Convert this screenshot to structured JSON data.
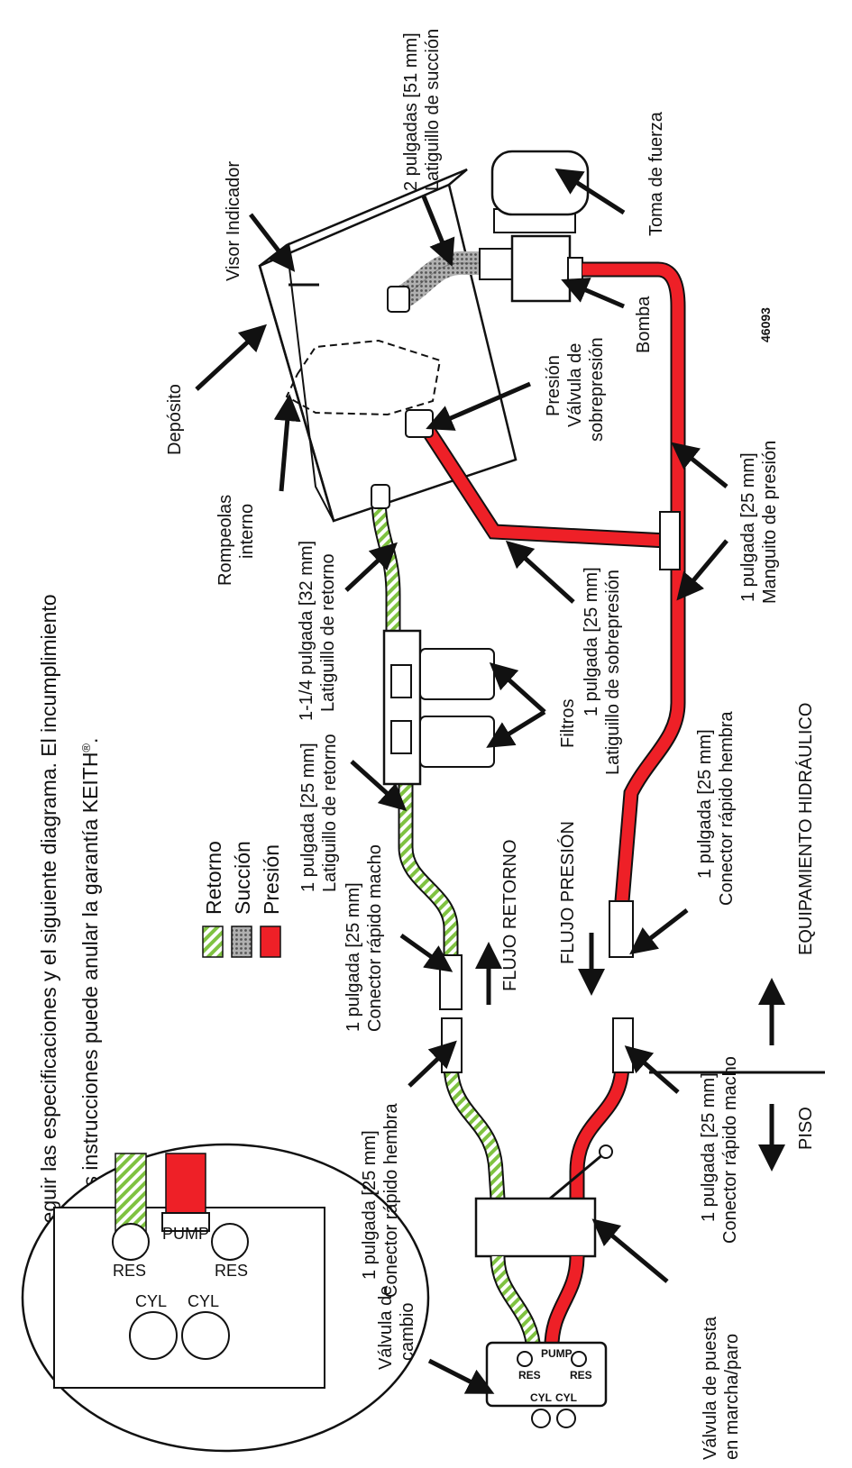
{
  "intro": {
    "line1": "se deben seguir las especificaciones y el siguiente diagrama. El incumplimiento",
    "line2": "de estas instrucciones puede anular la garantía KEITH",
    "registered": "®",
    "period": "."
  },
  "legend": {
    "items": [
      {
        "label": "Retorno",
        "color": "#7fc241"
      },
      {
        "label": "Succión",
        "color": "#8a8a8a"
      },
      {
        "label": "Presión",
        "color": "#ee2027"
      }
    ]
  },
  "labels": {
    "deposito": "Depósito",
    "visor": "Visor Indicador",
    "succion_1": "2 pulgadas [51 mm]",
    "succion_2": "Latiguillo de succión",
    "toma": "Toma de fuerza",
    "bomba": "Bomba",
    "presion_valve_1": "Presión",
    "presion_valve_2": "Válvula de",
    "presion_valve_3": "sobrepresión",
    "rompeolas_1": "Rompeolas",
    "rompeolas_2": "interno",
    "retorno32_1": "1-1/4 pulgada [32 mm]",
    "retorno32_2": "Latiguillo de retorno",
    "retorno25_1": "1 pulgada [25 mm]",
    "retorno25_2": "Latiguillo de retorno",
    "filtros": "Filtros",
    "sobrepresion_1": "1 pulgada [25 mm]",
    "sobrepresion_2": "Latiguillo de sobrepresión",
    "manguito_1": "1 pulgada [25 mm]",
    "manguito_2": "Manguito de presión",
    "macho_top_1": "1 pulgada [25 mm]",
    "macho_top_2": "Conector rápido macho",
    "flujo_retorno": "FLUJO RETORNO",
    "flujo_presion": "FLUJO PRESIÓN",
    "hembra_right_1": "1 pulgada [25 mm]",
    "hembra_right_2": "Conector rápido hembra",
    "equipamiento": "EQUIPAMIENTO HIDRÁULICO",
    "piso": "PISO",
    "hembra_left_1": "1 pulgada [25 mm]",
    "hembra_left_2": "Conector rápido hembra",
    "macho_bottom_1": "1 pulgada [25 mm]",
    "macho_bottom_2": "Conector rápido macho",
    "cambio_1": "Válvula de",
    "cambio_2": "cambio",
    "marcha_1": "Válvula de puesta",
    "marcha_2": "en marcha/paro",
    "figure_number": "46093"
  },
  "valve_ports": {
    "pump": "PUMP",
    "res_left": "RES",
    "res_right": "RES",
    "cyl_left": "CYL",
    "cyl_right": "CYL"
  },
  "colors": {
    "return_green": "#7fc241",
    "suction_gray": "#8a8a8a",
    "pressure_red": "#ee2027",
    "ink": "#111111"
  }
}
